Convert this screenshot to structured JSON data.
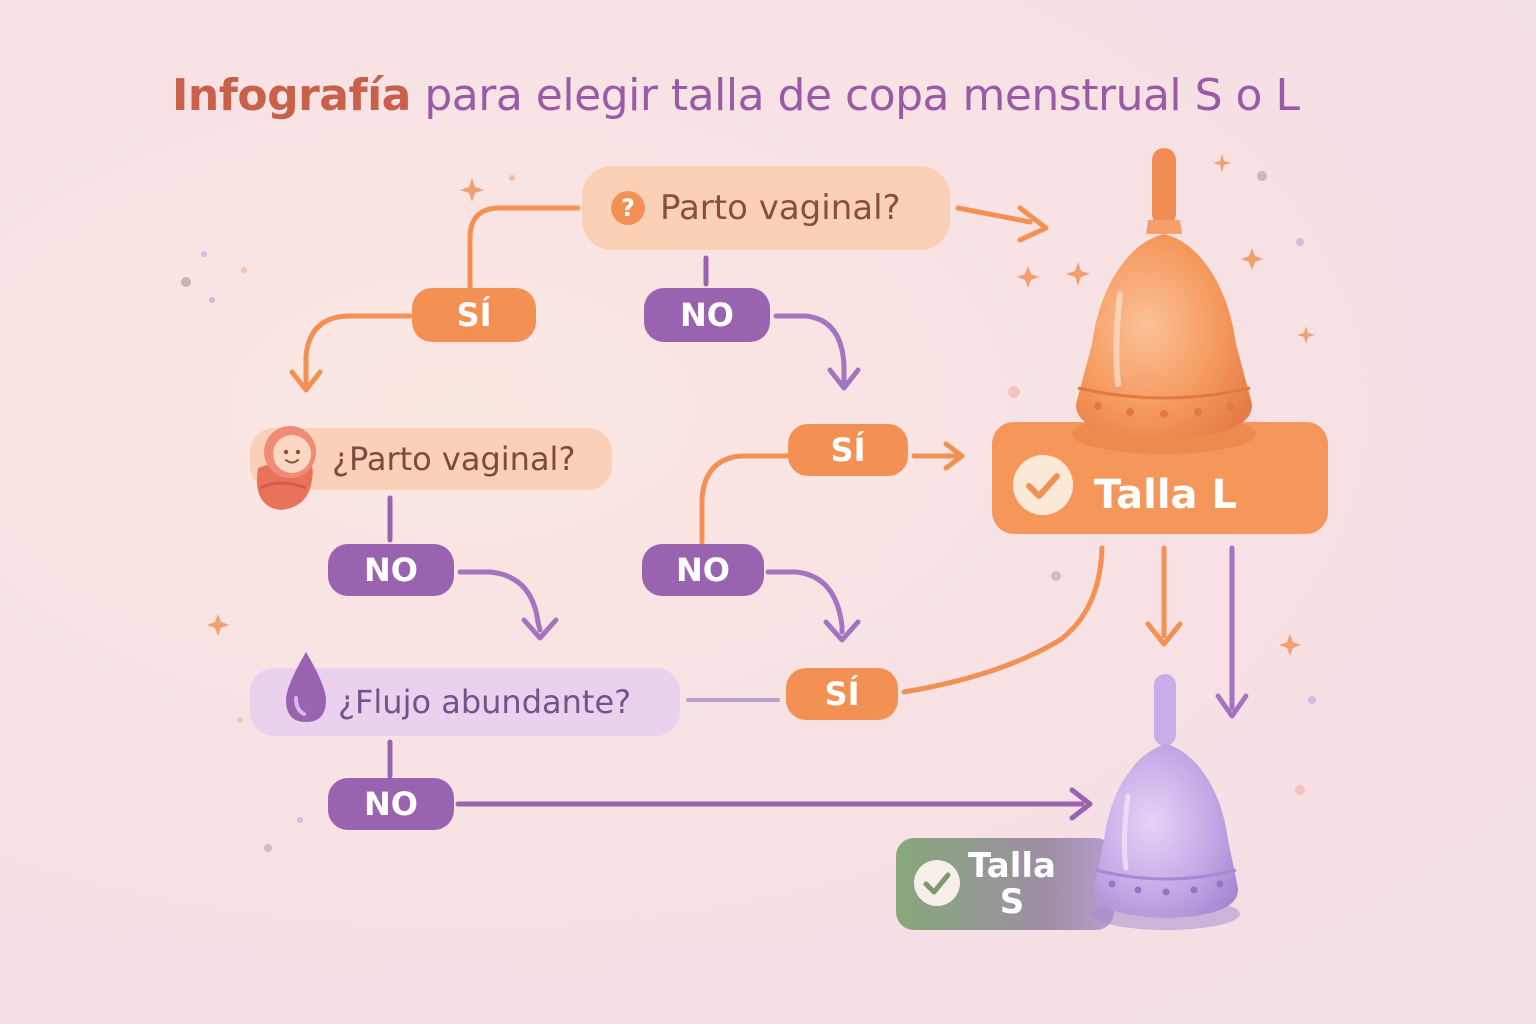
{
  "title": {
    "emphasis": "Infografía",
    "rest": "para elegir talla de copa menstrual S o L"
  },
  "nodes": {
    "q1": "Parto vaginal?",
    "q2": "¿Parto vaginal?",
    "q3": "¿Flujo abundante?"
  },
  "answers": {
    "a1_si": "SÍ",
    "a1_no": "NO",
    "a2_si": "SÍ",
    "a2_no": "NO",
    "a3_no": "NO",
    "a4_no": "NO",
    "a5_si": "SÍ"
  },
  "results": {
    "large": "Talla L",
    "small_line1": "Talla",
    "small_line2": "S"
  },
  "icons": {
    "question": "question-icon",
    "baby": "baby-icon",
    "drop": "drop-icon",
    "check": "check-icon",
    "cup_large": "menstrual-cup-orange",
    "cup_small": "menstrual-cup-purple"
  },
  "colors": {
    "orange": "#f39154",
    "purple": "#9a63b0",
    "title_orange": "#c9604c",
    "title_purple": "#9a5aa8"
  }
}
